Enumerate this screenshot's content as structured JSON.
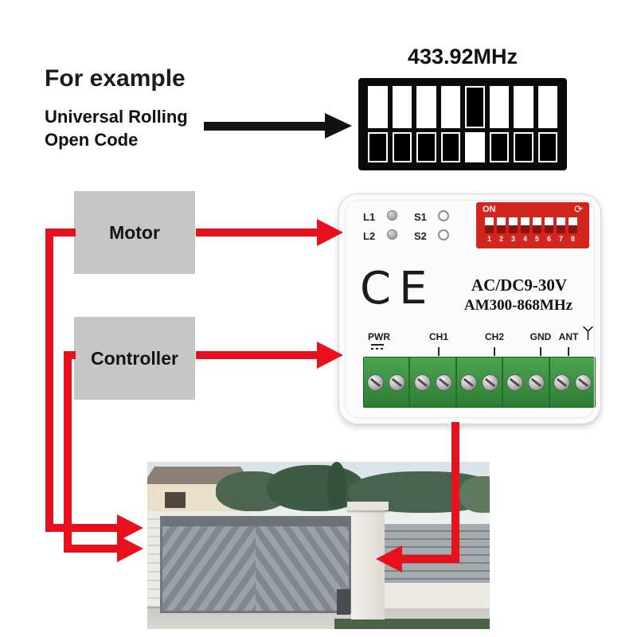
{
  "example": {
    "title": "For example",
    "line1": "Universal Rolling",
    "line2": "Open Code"
  },
  "dip_diagram": {
    "frequency": "433.92MHz",
    "pattern": [
      "up",
      "up",
      "up",
      "up",
      "down",
      "up",
      "up",
      "up"
    ]
  },
  "flow": {
    "motor_label": "Motor",
    "controller_label": "Controller"
  },
  "receiver": {
    "led1": "L1",
    "led2": "L2",
    "btn1": "S1",
    "btn2": "S2",
    "dip": {
      "on_label": "ON",
      "rotate_icon": "⟳",
      "numbers": [
        "1",
        "2",
        "3",
        "4",
        "5",
        "6",
        "7",
        "8"
      ]
    },
    "ce_mark": "CE",
    "power": "AC/DC9-30V",
    "band": "AM300-868MHz",
    "terminals": [
      "PWR",
      "CH1",
      "CH2",
      "GND",
      "ANT"
    ],
    "terminal_groups": [
      2,
      2,
      2,
      2,
      2
    ]
  },
  "colors": {
    "arrow_red": "#e8101c",
    "arrow_black": "#111111",
    "box_gray": "#c6c6c6",
    "dip_block_red": "#d2251d",
    "dip_panel_black": "#0a0a0a",
    "terminal_green": "#3c9443",
    "gate_gray": "#8d9298"
  }
}
